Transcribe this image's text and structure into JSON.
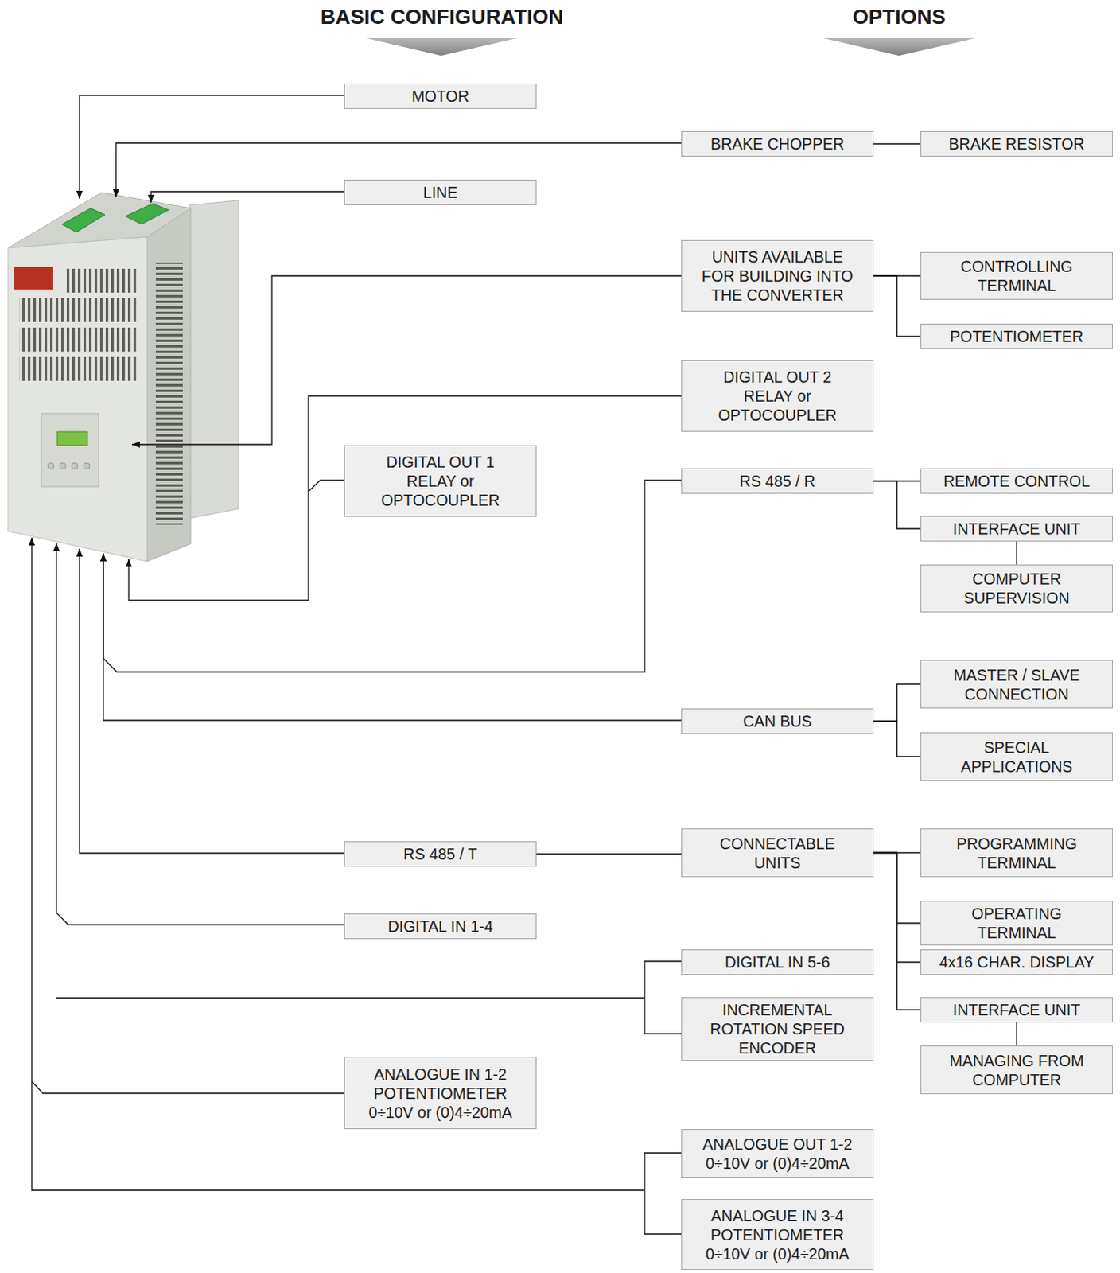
{
  "diagram": {
    "nodes": [
      {
        "text": [
          "MOTOR"
        ]
      },
      {
        "text": [
          "BRAKE CHOPPER"
        ]
      },
      {
        "text": [
          "BRAKE RESISTOR"
        ]
      },
      {
        "text": [
          "LINE"
        ]
      },
      {
        "text": [
          "UNITS AVAILABLE FOR BUILDING INTO THE CONVERTER"
        ]
      },
      {
        "text": [
          "CONTROLLING TERMINAL"
        ]
      },
      {
        "text": [
          "POTENTIOMETER"
        ]
      },
      {
        "text": [
          "DIGITAL OUT 2 RELAY or OPTOCOUPLER"
        ]
      },
      {
        "text": [
          "DIGITAL OUT 1 RELAY or OPTOCOUPLER"
        ]
      },
      {
        "text": [
          "RS 485 / R"
        ]
      },
      {
        "text": [
          "REMOTE CONTROL"
        ]
      },
      {
        "text": [
          "INTERFACE UNIT"
        ]
      },
      {
        "text": [
          "COMPUTER SUPERVISION"
        ]
      },
      {
        "text": [
          "MASTER / SLAVE CONNECTION"
        ]
      },
      {
        "text": [
          "CAN BUS"
        ]
      },
      {
        "text": [
          "SPECIAL APPLICATIONS"
        ]
      },
      {
        "text": [
          "RS 485 / T"
        ]
      },
      {
        "text": [
          "CONNECTABLE UNITS"
        ]
      },
      {
        "text": [
          "PROGRAMMING TERMINAL"
        ]
      },
      {
        "text": [
          "OPERATING TERMINAL"
        ]
      },
      {
        "text": [
          "DIGITAL IN 1-4"
        ]
      },
      {
        "text": [
          "DIGITAL IN 5-6"
        ]
      },
      {
        "text": [
          "4x16 CHAR. DISPLAY"
        ]
      },
      {
        "text": [
          "INCREMENTAL ROTATION SPEED ENCODER"
        ]
      },
      {
        "text": [
          "INTERFACE UNIT"
        ]
      },
      {
        "text": [
          "MANAGING FROM COMPUTER"
        ]
      },
      {
        "text": [
          "ANALOGUE IN 1-2 POTENTIOMETER 0÷10V or (0)4÷20mA"
        ]
      },
      {
        "text": [
          "ANALOGUE OUT 1-2 0÷10V or (0)4÷20mA"
        ]
      },
      {
        "text": [
          "ANALOGUE IN 3-4 POTENTIOMETER 0÷10V or (0)4÷20mA"
        ]
      }
    ],
    "edges": [
      {
        "from": 1,
        "to": 2,
        "arrow": "none"
      },
      {
        "from": 4,
        "to": 5,
        "arrow": "none"
      },
      {
        "from": 4,
        "to": 6,
        "arrow": "none"
      },
      {
        "from": 9,
        "to": 10,
        "arrow": "none"
      },
      {
        "from": 9,
        "to": 11,
        "arrow": "none"
      },
      {
        "from": 11,
        "to": 12,
        "arrow": "none"
      },
      {
        "from": 14,
        "to": 13,
        "arrow": "none"
      },
      {
        "from": 14,
        "to": 15,
        "arrow": "none"
      },
      {
        "from": 16,
        "to": 17,
        "arrow": "none"
      },
      {
        "from": 17,
        "to": 18,
        "arrow": "none"
      },
      {
        "from": 17,
        "to": 19,
        "arrow": "none"
      },
      {
        "from": 17,
        "to": 22,
        "arrow": "none"
      },
      {
        "from": 17,
        "to": 24,
        "arrow": "none"
      },
      {
        "from": 24,
        "to": 25,
        "arrow": "none"
      }
    ],
    "labels": [
      "BASIC CONFIGURATION",
      "OPTIONS"
    ]
  }
}
